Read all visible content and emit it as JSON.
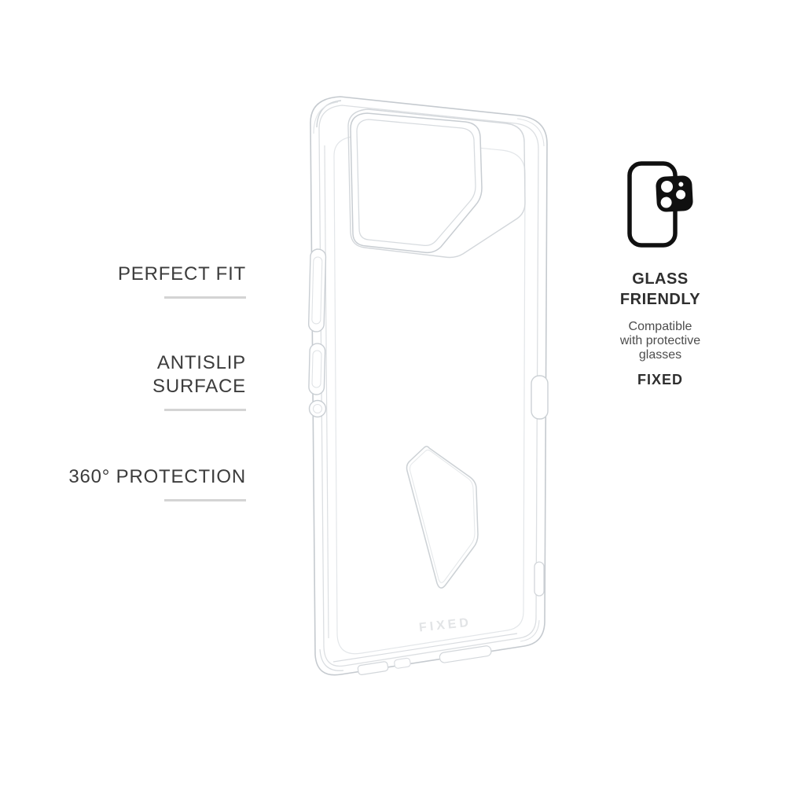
{
  "background": "#ffffff",
  "features": [
    {
      "label": "PERFECT FIT"
    },
    {
      "label": "ANTISLIP\nSURFACE"
    },
    {
      "label": "360° PROTECTION"
    }
  ],
  "glass_friendly": {
    "icon": "phone-camera-glass-icon",
    "title": "GLASS\nFRIENDLY",
    "description": "Compatible\nwith protective\nglasses",
    "brand": "FIXED"
  },
  "case": {
    "embossed_brand": "FIXED"
  },
  "colors": {
    "feature_text": "#3c3c3c",
    "divider": "#d4d4d4",
    "callout_title": "#2e2e2e",
    "callout_text": "#4d4d4d",
    "icon_black": "#101010",
    "case_outline": "#c5cacf",
    "case_outline_light": "#dcdfe2",
    "embossed": "#e2e4e6"
  }
}
